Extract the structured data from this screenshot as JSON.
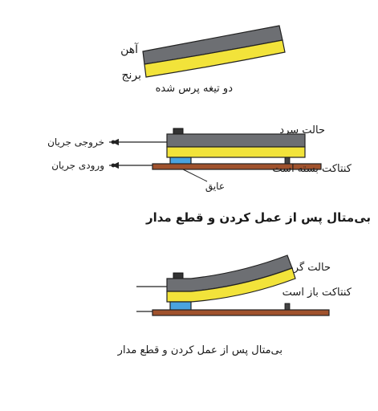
{
  "labels": {
    "iron": "آهن",
    "brass": "برنج",
    "pressed_strip": "دو تیغه پرس شده",
    "cold_state": "حالت سرد",
    "current_output": "خروجی جریان",
    "current_input": "ورودی جریان",
    "contact_closed": "کنتاکت بسته است",
    "insulator": "عایق",
    "heading_after_trip": "بی‌متال پس از عمل کردن و قطع مدار",
    "hot_state": "حالت گرم",
    "contact_open": "کنتاکت باز است",
    "caption_after_trip": "بی‌متال پس از عمل کردن و قطع مدار"
  },
  "colors": {
    "iron_gray": "#6d6f73",
    "brass_yellow": "#f2e33a",
    "copper_brown": "#a0522d",
    "insulator_blue": "#4aa3df",
    "outline": "#222222"
  },
  "icons": {
    "arrow": "arrow-left-icon"
  }
}
